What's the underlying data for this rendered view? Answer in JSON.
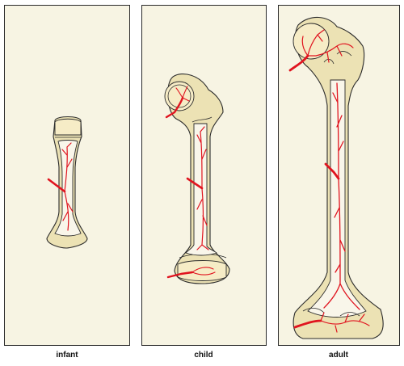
{
  "captions": {
    "infant": "infant",
    "child": "child",
    "adult": "adult"
  },
  "colors": {
    "bone": "#ece2b4",
    "marrow": "#f9f6ea",
    "vessel": "#e0141f",
    "panel_bg": "#f7f4e3"
  }
}
